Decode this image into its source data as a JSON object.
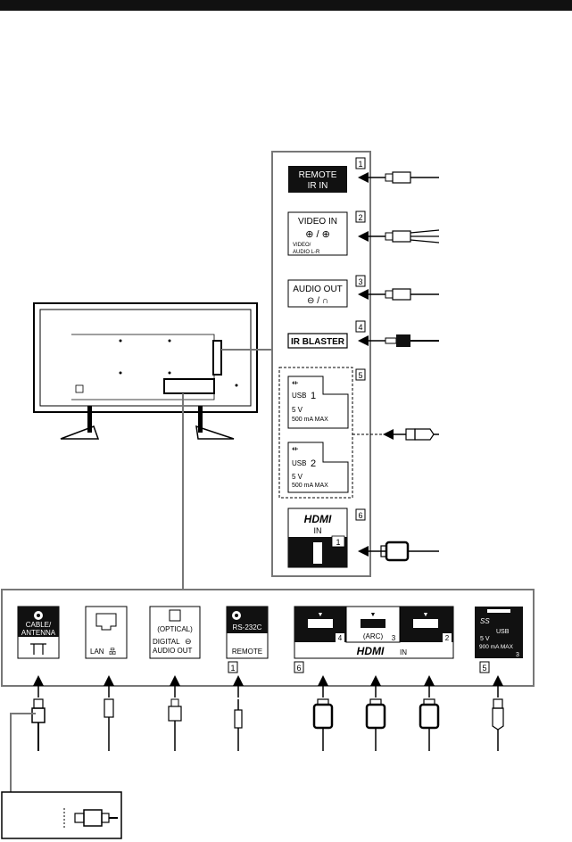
{
  "side_panel": {
    "items": [
      {
        "num": "1",
        "line1": "REMOTE",
        "line2": "IR IN"
      },
      {
        "num": "2",
        "line1": "VIDEO IN",
        "line2": "VIDEO/",
        "line3": "AUDIO L-R"
      },
      {
        "num": "3",
        "line1": "AUDIO OUT"
      },
      {
        "num": "4",
        "line1": "IR BLASTER"
      },
      {
        "num": "5",
        "usb1_label": "USB",
        "usb1_num": "1",
        "usb1_v": "5 V",
        "usb1_ma": "500 mA MAX",
        "usb2_label": "USB",
        "usb2_num": "2",
        "usb2_v": "5 V",
        "usb2_ma": "500 mA MAX"
      },
      {
        "num": "6",
        "hdmi": "HDMI",
        "in": "IN",
        "port": "1"
      }
    ]
  },
  "bottom_panel": {
    "cable": {
      "line1": "CABLE/",
      "line2": "ANTENNA"
    },
    "lan": {
      "label": "LAN"
    },
    "optical": {
      "line1": "(OPTICAL)",
      "line2": "DIGITAL",
      "line3": "AUDIO OUT"
    },
    "rs232": {
      "line1": "RS-232C",
      "line2": "REMOTE",
      "num": "1"
    },
    "hdmi": {
      "port_left": "4",
      "port_mid": "3",
      "port_right": "2",
      "arc": "(ARC)",
      "logo": "HDMI",
      "in": "IN",
      "num": "6"
    },
    "usb3": {
      "ss": "SS",
      "usb": "USB",
      "v": "5 V",
      "ma": "900 mA MAX",
      "port": "3",
      "num": "5"
    }
  }
}
